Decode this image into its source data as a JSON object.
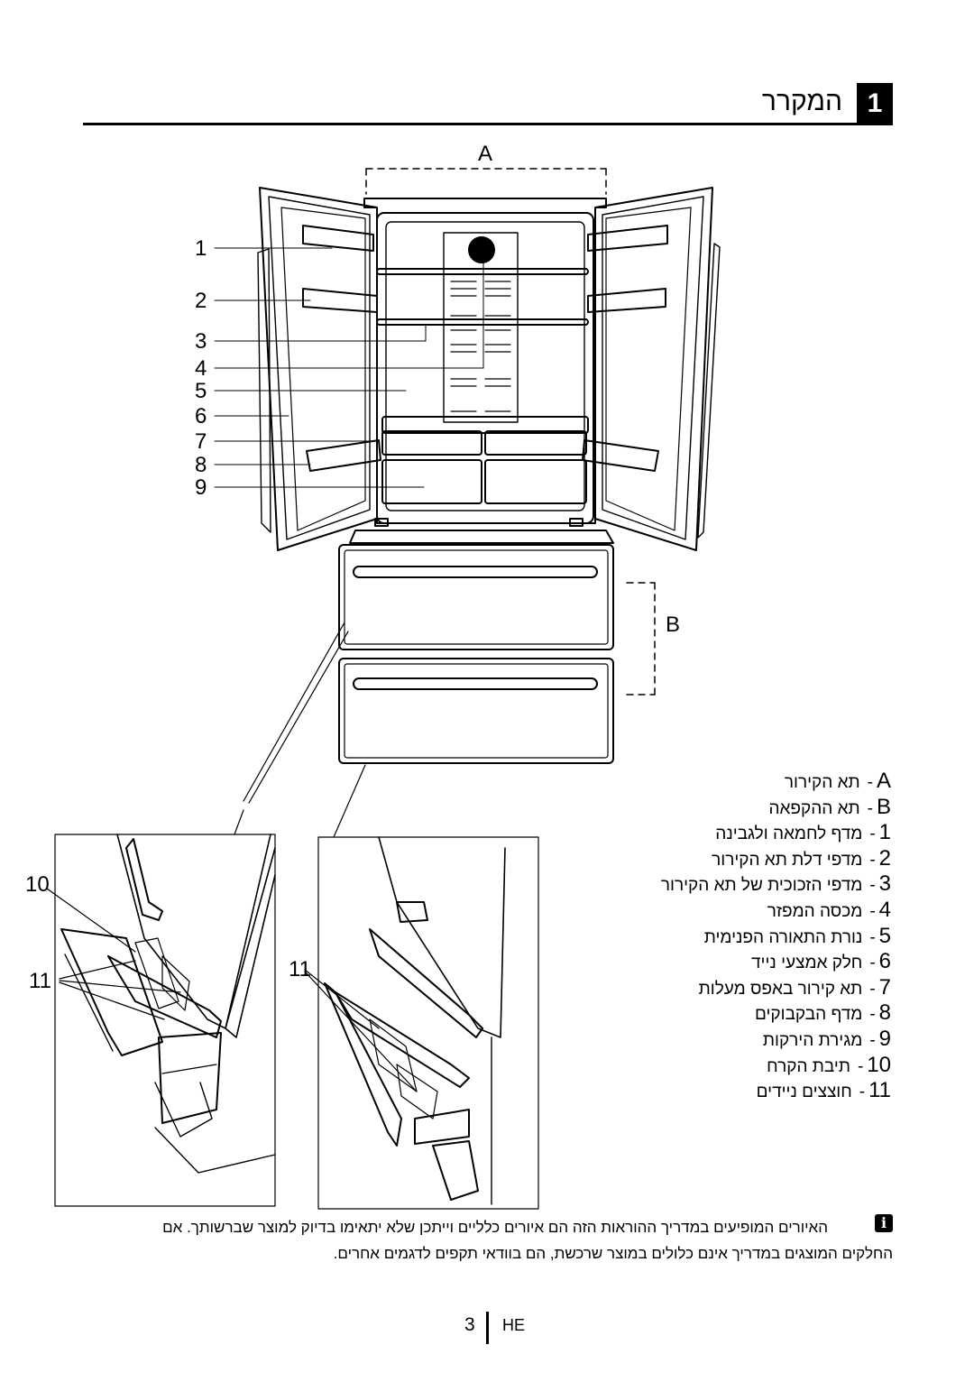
{
  "section": {
    "number": "1",
    "title": "המקרר"
  },
  "diagram": {
    "zone_labels": [
      "A",
      "B"
    ],
    "callouts": [
      "1",
      "2",
      "3",
      "4",
      "5",
      "6",
      "7",
      "8",
      "9",
      "10",
      "11",
      "11"
    ]
  },
  "legend": [
    {
      "key": "A",
      "sep": "-",
      "text": "תא הקירור"
    },
    {
      "key": "B",
      "sep": "-",
      "text": "תא ההקפאה"
    },
    {
      "key": "1",
      "sep": "-",
      "text": "מדף לחמאה ולגבינה"
    },
    {
      "key": "2",
      "sep": "-",
      "text": "מדפי דלת תא הקירור"
    },
    {
      "key": "3",
      "sep": "-",
      "text": "מדפי הזכוכית של תא הקירור"
    },
    {
      "key": "4",
      "sep": "-",
      "text": "מכסה המפזר"
    },
    {
      "key": "5",
      "sep": "-",
      "text": "נורת התאורה הפנימית"
    },
    {
      "key": "6",
      "sep": "-",
      "text": "חלק אמצעי נייד"
    },
    {
      "key": "7",
      "sep": "-",
      "text": "תא קירור באפס מעלות"
    },
    {
      "key": "8",
      "sep": "-",
      "text": "מדף הבקבוקים"
    },
    {
      "key": "9",
      "sep": "-",
      "text": "מגירת הירקות"
    },
    {
      "key": "10",
      "sep": "-",
      "text": "תיבת הקרח"
    },
    {
      "key": "11",
      "sep": "-",
      "text": "חוצצים ניידים"
    }
  ],
  "note": {
    "icon": "info-icon",
    "line1": "האיורים המופיעים במדריך ההוראות הזה הם איורים כלליים וייתכן שלא יתאימו בדיוק למוצר שברשותך. אם",
    "line2": "החלקים המוצגים במדריך אינם כלולים במוצר שרכשת, הם בוודאי תקפים לדגמים אחרים."
  },
  "footer": {
    "page_number": "3",
    "language": "HE"
  }
}
